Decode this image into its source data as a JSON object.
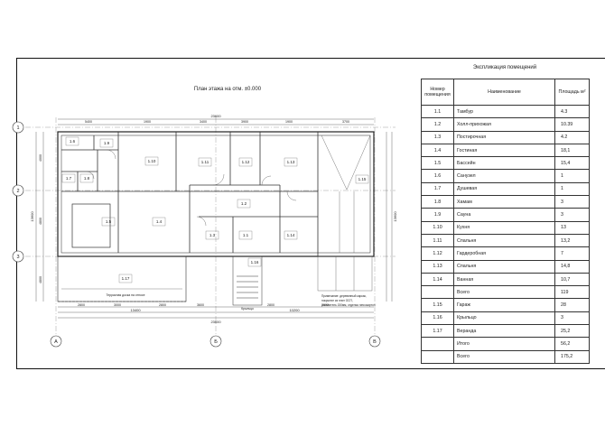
{
  "plan": {
    "title": "План этажа на отм. ±0.000",
    "axes": {
      "rows": [
        "1",
        "2",
        "3"
      ],
      "cols": [
        "А",
        "Б",
        "В"
      ]
    },
    "rooms": [
      {
        "id": "1.6"
      },
      {
        "id": "1.9"
      },
      {
        "id": "1.10"
      },
      {
        "id": "1.11"
      },
      {
        "id": "1.12"
      },
      {
        "id": "1.13"
      },
      {
        "id": "1.7"
      },
      {
        "id": "1.8"
      },
      {
        "id": "1.15"
      },
      {
        "id": "1.2"
      },
      {
        "id": "1.5"
      },
      {
        "id": "1.4"
      },
      {
        "id": "1.3"
      },
      {
        "id": "1.1"
      },
      {
        "id": "1.14"
      },
      {
        "id": "1.16"
      },
      {
        "id": "1.17"
      }
    ],
    "dims": {
      "top_overall": "23600",
      "bottom_overall": "23600",
      "bottom_a": "13400",
      "bottom_b": "10200",
      "left_overall": "13600",
      "right_overall": "13600",
      "top_pieces": [
        "5400",
        "1900",
        "3400",
        "3900",
        "1900",
        "3700"
      ],
      "left_pieces": [
        "4000",
        "4800",
        "4800"
      ],
      "bottom_pieces": [
        "2800",
        "3000",
        "2800",
        "3600",
        "2800",
        "3000"
      ]
    },
    "notes": {
      "veranda": "Террасная доска на относе",
      "stair": "Крыльцо",
      "notes_block": [
        "Примечание: деревянный каркас,",
        "покрытие из плит ОСП,",
        "утеплитель 150мм, отделка гипсокартон"
      ]
    }
  },
  "table": {
    "title": "Экспликация помещений",
    "headers": {
      "num": "Номер помещения",
      "name": "Наименование",
      "area": "Площадь м²"
    },
    "rows": [
      {
        "num": "1.1",
        "name": "Тамбур",
        "area": "4.3"
      },
      {
        "num": "1.2",
        "name": "Холл-прихожая",
        "area": "10.39"
      },
      {
        "num": "1.3",
        "name": "Постирочная",
        "area": "4.2"
      },
      {
        "num": "1.4",
        "name": "Гостиная",
        "area": "18,1"
      },
      {
        "num": "1.5",
        "name": "Бассейн",
        "area": "15,4"
      },
      {
        "num": "1.6",
        "name": "Санузел",
        "area": "1"
      },
      {
        "num": "1.7",
        "name": "Душевая",
        "area": "1"
      },
      {
        "num": "1.8",
        "name": "Хамам",
        "area": "3"
      },
      {
        "num": "1.9",
        "name": "Сауна",
        "area": "3"
      },
      {
        "num": "1.10",
        "name": "Кухня",
        "area": "13"
      },
      {
        "num": "1.11",
        "name": "Спальня",
        "area": "13,2"
      },
      {
        "num": "1.12",
        "name": "Гардеробная",
        "area": "7"
      },
      {
        "num": "1.13",
        "name": "Спальня",
        "area": "14,8"
      },
      {
        "num": "1.14",
        "name": "Ванная",
        "area": "10,7"
      },
      {
        "num": "",
        "name": "Всего",
        "area": "119"
      },
      {
        "num": "1.15",
        "name": "Гараж",
        "area": "28"
      },
      {
        "num": "1.16",
        "name": "Крыльцо",
        "area": "3"
      },
      {
        "num": "1.17",
        "name": "Веранда",
        "area": "25,2"
      },
      {
        "num": "",
        "name": "Итого",
        "area": "56,2"
      },
      {
        "num": "",
        "name": "Всего",
        "area": "175,2"
      }
    ]
  }
}
